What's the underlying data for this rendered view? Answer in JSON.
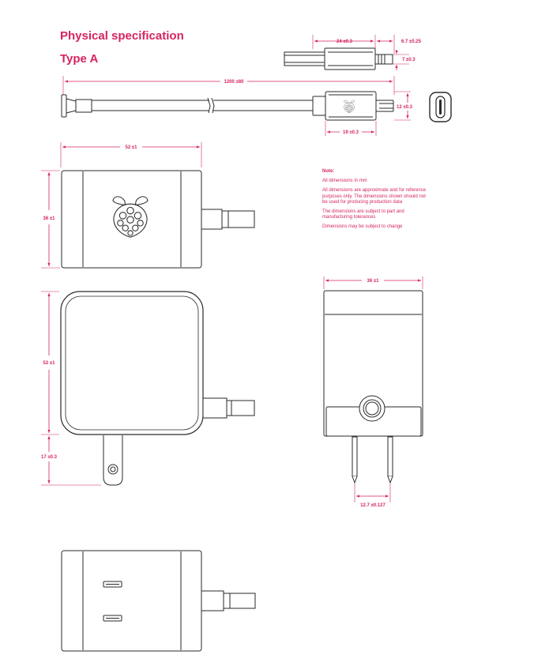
{
  "title": "Physical specification",
  "subtitle": "Type A",
  "notes": {
    "heading": "Note:",
    "lines": [
      "All dimensions in mm",
      "All dimensions are approximate and for reference purposes only. The dimensions shown should not be used for producing production data",
      "The dimensions are subject to part and manufacturing tolerances",
      "Dimensions may be subject to change"
    ]
  },
  "dimensions": {
    "plug_length": "24 ±0.3",
    "plug_tip": "6.7 ±0.25",
    "plug_height": "7 ±0.3",
    "cable_length": "1200 ±80",
    "connector_height": "12 ±0.3",
    "connector_length": "19 ±0.3",
    "top_width": "52 ±1",
    "top_height": "36 ±1",
    "front_height": "52 ±1",
    "prong_length": "17 ±0.3",
    "side_width": "36 ±1",
    "prong_spacing": "12.7 ±0.127"
  },
  "colors": {
    "accent": "#d6245e",
    "outline": "#2a2a2a"
  },
  "icons": {
    "logo": "raspberry-logo-icon",
    "usb_c_port": "usb-c-port-icon"
  }
}
